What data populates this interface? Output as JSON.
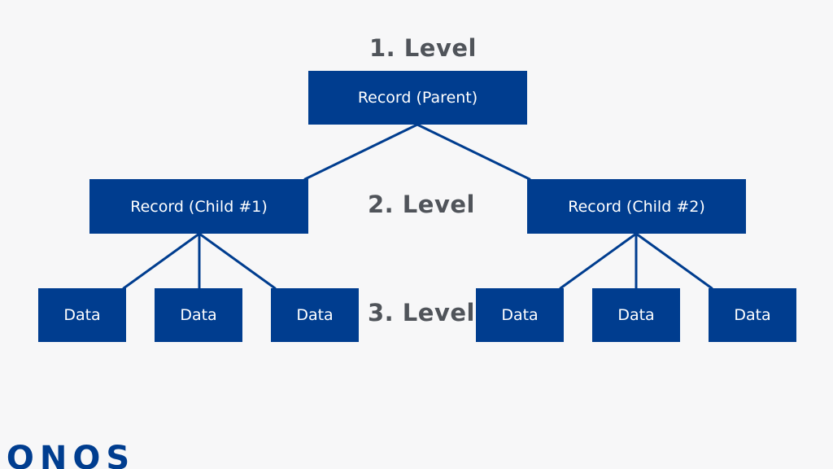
{
  "colors": {
    "background": "#f7f7f8",
    "box_fill": "#003d8f",
    "box_text": "#ffffff",
    "connector": "#003d8f",
    "level_text": "#50545a"
  },
  "levels": {
    "level1": "1. Level",
    "level2": "2. Level",
    "level3": "3. Level"
  },
  "nodes": {
    "parent": "Record (Parent)",
    "child1": "Record (Child #1)",
    "child2": "Record (Child #2)",
    "child1_data": [
      "Data",
      "Data",
      "Data"
    ],
    "child2_data": [
      "Data",
      "Data",
      "Data"
    ]
  },
  "logo": {
    "text": "IONOS"
  }
}
